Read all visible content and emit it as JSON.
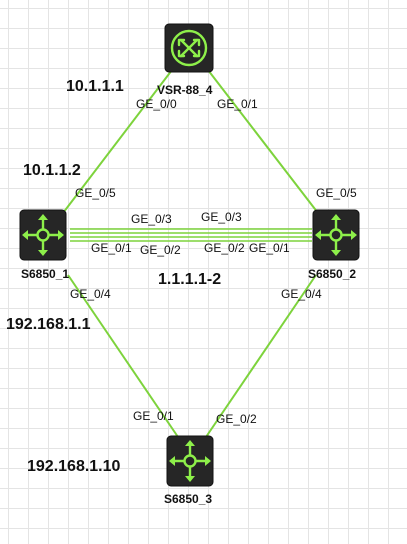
{
  "devices": {
    "vsr": {
      "name": "VSR-88_4",
      "icon": "router-icon"
    },
    "s1": {
      "name": "S6850_1",
      "icon": "switch-icon"
    },
    "s2": {
      "name": "S6850_2",
      "icon": "switch-icon"
    },
    "s3": {
      "name": "S6850_3",
      "icon": "switch-icon"
    }
  },
  "ips": {
    "vsr_ip": "10.1.1.1",
    "s1_uplink_ip": "10.1.1.2",
    "aggregate_ip": "1.1.1.1-2",
    "s1_downlink_ip": "192.168.1.1",
    "s3_ip": "192.168.1.10"
  },
  "ports": {
    "vsr_p0": "GE_0/0",
    "vsr_p1": "GE_0/1",
    "s1_p5": "GE_0/5",
    "s2_p5": "GE_0/5",
    "s1_p3": "GE_0/3",
    "s2_p3": "GE_0/3",
    "s1_p1": "GE_0/1",
    "s1_p2": "GE_0/2",
    "s2_p2": "GE_0/2",
    "s2_p1": "GE_0/1",
    "s1_p4": "GE_0/4",
    "s2_p4": "GE_0/4",
    "s3_p1": "GE_0/1",
    "s3_p2": "GE_0/2"
  },
  "colors": {
    "link": "#7dd33c",
    "device_body": "#262626",
    "device_glyph": "#8ef04a",
    "grid": "#e4e4e4"
  }
}
